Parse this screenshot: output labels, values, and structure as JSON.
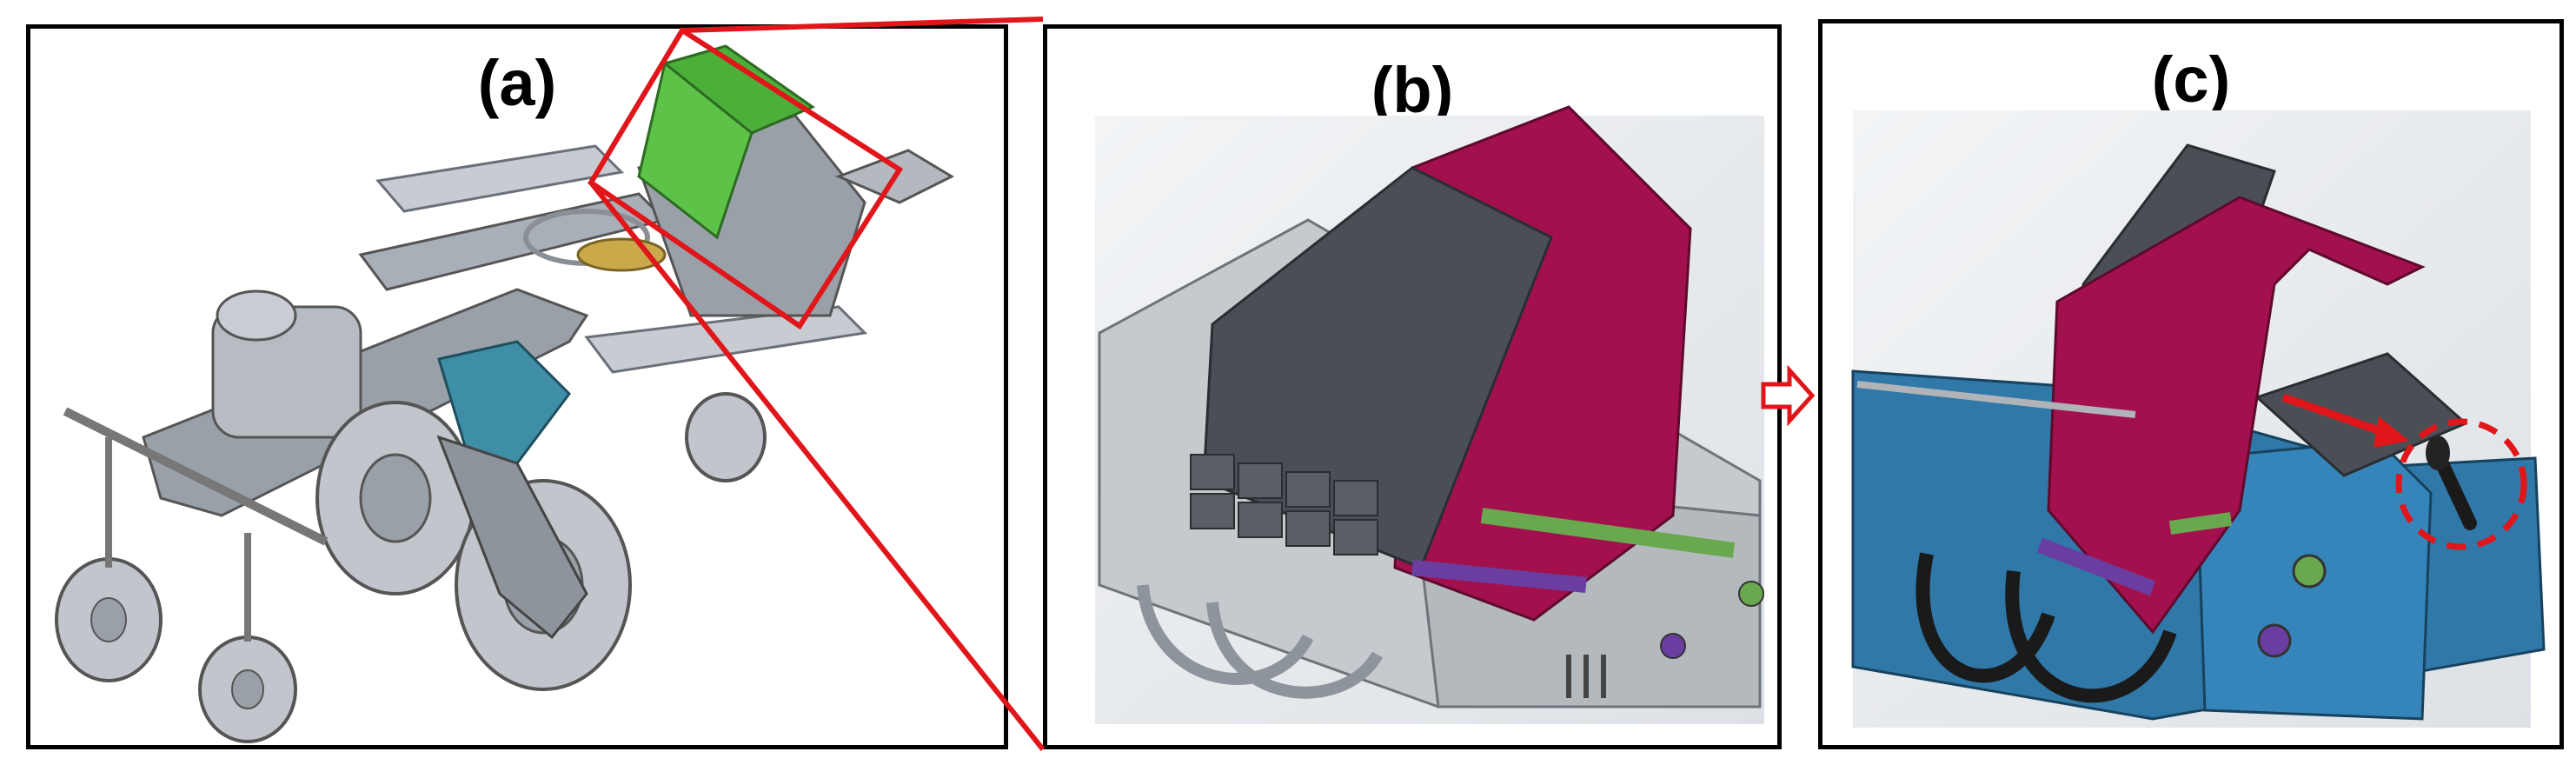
{
  "panels": {
    "a": {
      "label": "(a)"
    },
    "b": {
      "label": "(b)"
    },
    "c": {
      "label": "(c)"
    }
  },
  "colors": {
    "frame_gray": "#9aa0a8",
    "seedling_tray_green": "#4caf3a",
    "highlight_red": "#e0161a",
    "chute_magenta": "#a3104e",
    "plate_dark": "#4a4f55",
    "frame_blue": "#2f78a8",
    "hydraulic_teal": "#3e8fa6",
    "shaft_purple": "#6a3ea1",
    "shaft_green": "#6aa84f"
  },
  "icons": [
    "zoom-lines",
    "right-arrow-icon",
    "direction-arrow-icon",
    "lever-highlight-circle"
  ]
}
